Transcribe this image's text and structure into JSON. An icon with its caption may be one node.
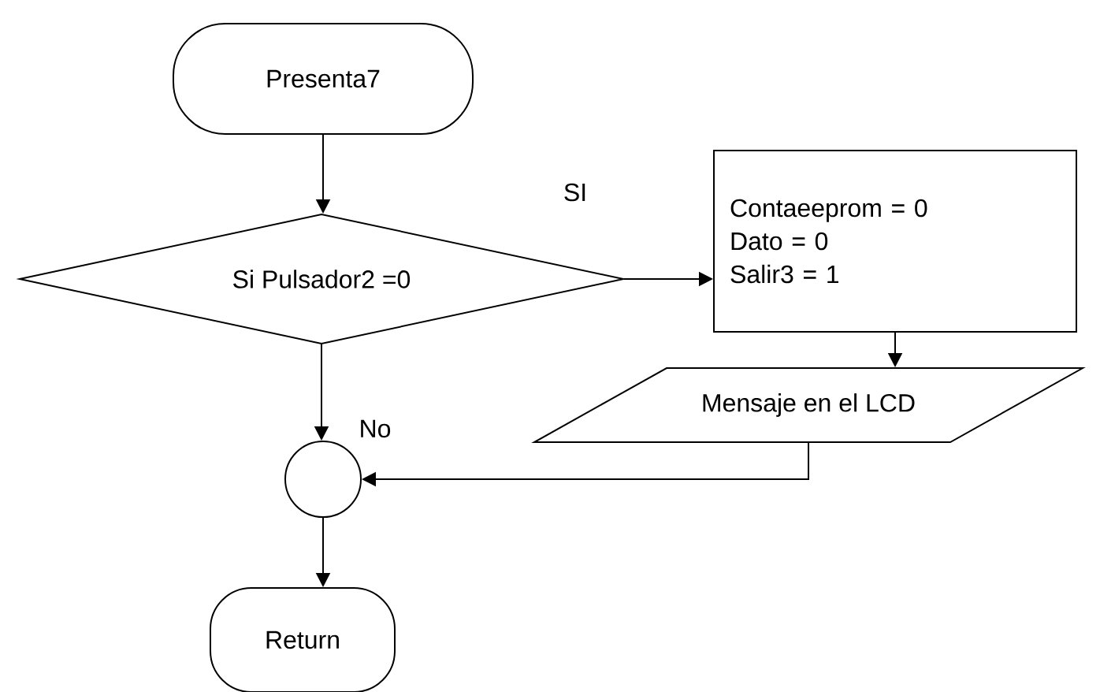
{
  "diagram": {
    "nodes": [
      {
        "text": [
          "Presenta7"
        ]
      },
      {
        "text": [
          "Si Pulsador2 =0"
        ]
      },
      {
        "text": [
          "Contaeeprom = 0",
          "Dato = 0",
          "Salir3 = 1"
        ]
      },
      {
        "text": [
          "Mensaje en el LCD"
        ]
      },
      {
        "text": [],
        "shape": "circle"
      },
      {
        "text": [
          "Return"
        ]
      }
    ],
    "edges": [
      {
        "from": 0,
        "to": 1,
        "arrow": "to"
      },
      {
        "from": 1,
        "to": 2,
        "arrow": "to",
        "label": "SI"
      },
      {
        "from": 2,
        "to": 3,
        "arrow": "to"
      },
      {
        "from": 1,
        "to": 4,
        "arrow": "to",
        "label": "No"
      },
      {
        "from": 3,
        "to": 4,
        "arrow": "to"
      },
      {
        "from": 4,
        "to": 5,
        "arrow": "to"
      }
    ]
  }
}
